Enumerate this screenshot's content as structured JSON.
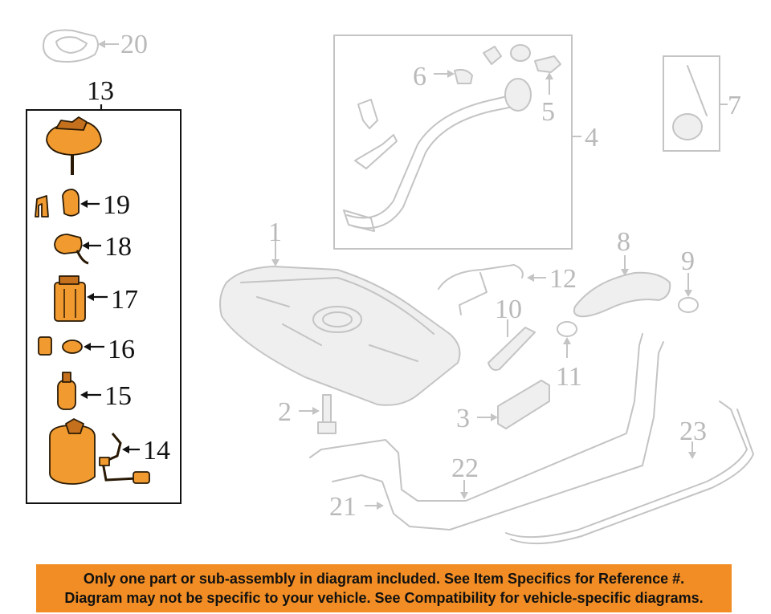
{
  "callouts": {
    "c1": "1",
    "c2": "2",
    "c3": "3",
    "c4": "4",
    "c5": "5",
    "c6": "6",
    "c7": "7",
    "c8": "8",
    "c9": "9",
    "c10": "10",
    "c11": "11",
    "c12": "12",
    "c13": "13",
    "c14": "14",
    "c15": "15",
    "c16": "16",
    "c17": "17",
    "c18": "18",
    "c19": "19",
    "c20": "20",
    "c21": "21",
    "c22": "22",
    "c23": "23"
  },
  "notice": {
    "line1": "Only one part or sub-assembly in diagram included. See Item Specifics for Reference #.",
    "line2": "Diagram may not be specific to your vehicle. See Compatibility for vehicle-specific diagrams."
  },
  "colors": {
    "highlight": "#f09a2f",
    "banner": "#f18d24",
    "ghost": "#c4c4c4"
  }
}
